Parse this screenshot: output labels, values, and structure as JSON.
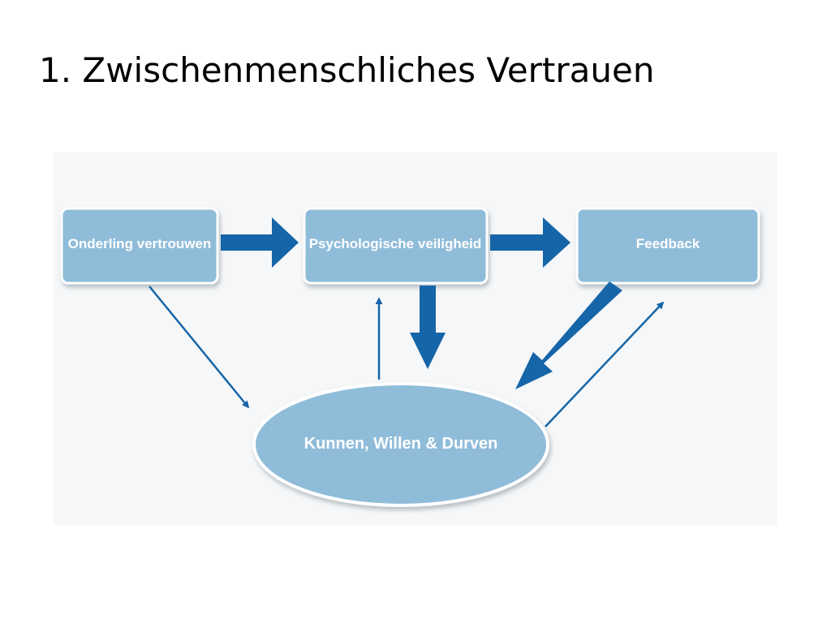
{
  "slide": {
    "title": "1. Zwischenmenschliches Vertrauen"
  },
  "diagram": {
    "nodes": {
      "onderling": "Onderling vertrouwen",
      "psychologisch": "Psychologische veiligheid",
      "feedback": "Feedback",
      "kunnen": "Kunnen, Willen & Durven"
    }
  },
  "colors": {
    "box_fill": "#8fbcd9",
    "box_stroke": "#ffffff",
    "arrow_dark": "#1565a8",
    "background_panel": "#f6f7f8",
    "label_text": "#ffffff"
  }
}
